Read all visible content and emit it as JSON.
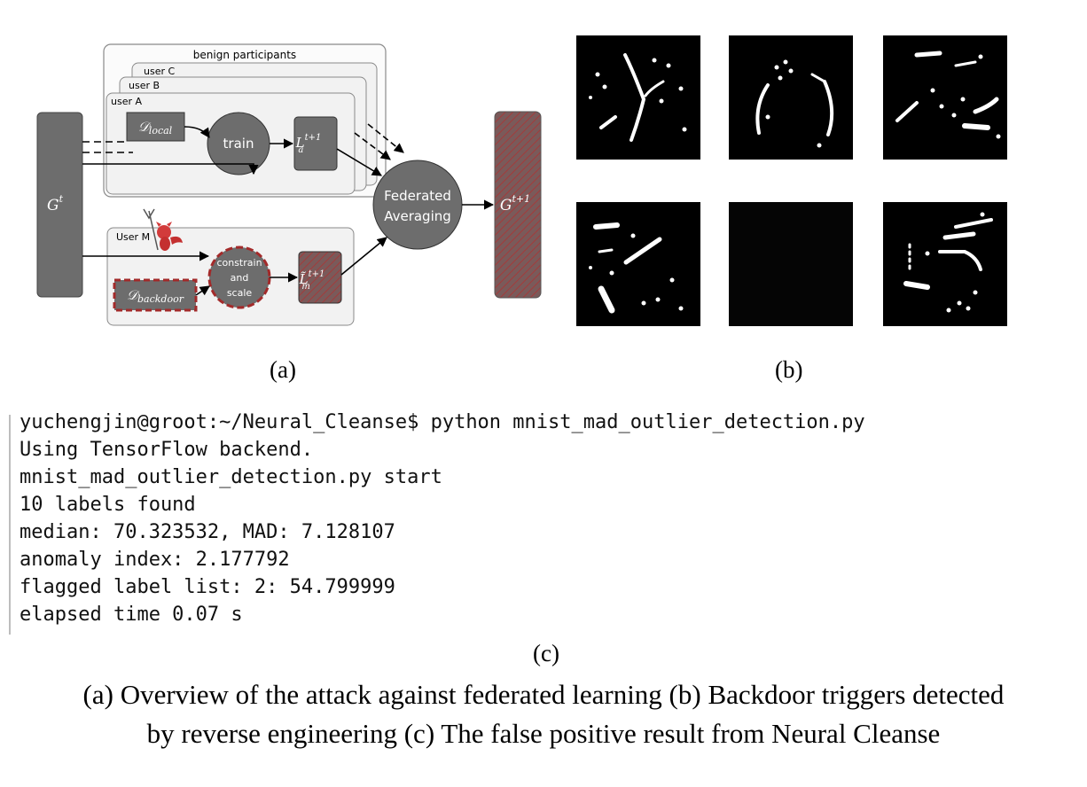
{
  "panel_a": {
    "label": "(a)",
    "benign_title": "benign participants",
    "user_c": "user C",
    "user_b": "user B",
    "user_a": "user A",
    "user_m": "User M",
    "g_t": "G",
    "g_t_sup": "t",
    "g_next": "G",
    "g_next_sup": "t+1",
    "d_local": "𝒟",
    "d_local_sub": "local",
    "d_backdoor": "𝒟",
    "d_backdoor_sub": "backdoor",
    "train": "train",
    "l_a": "L",
    "l_a_sup": "t+1",
    "l_a_sub": "a",
    "l_m": "L̃",
    "l_m_sup": "t+1",
    "l_m_sub": "m",
    "constrain_1": "constrain",
    "constrain_2": "and",
    "constrain_3": "scale",
    "fed_1": "Federated",
    "fed_2": "Averaging",
    "colors": {
      "box_gray": "#6d6d6d",
      "attacker_red": "#a32a2a",
      "panel_bg": "#f1f1f1"
    }
  },
  "panel_b": {
    "label": "(b)"
  },
  "panel_c": {
    "label": "(c)",
    "lines": [
      "yuchengjin@groot:~/Neural_Cleanse$ python mnist_mad_outlier_detection.py",
      "Using TensorFlow backend.",
      "mnist_mad_outlier_detection.py start",
      "10 labels found",
      "median: 70.323532, MAD: 7.128107",
      "anomaly index: 2.177792",
      "flagged label list: 2: 54.799999",
      "elapsed time 0.07 s"
    ]
  },
  "caption": {
    "line1": "(a) Overview of the attack against federated learning (b) Backdoor triggers detected",
    "line2": "by reverse engineering (c) The false positive result from Neural Cleanse"
  }
}
